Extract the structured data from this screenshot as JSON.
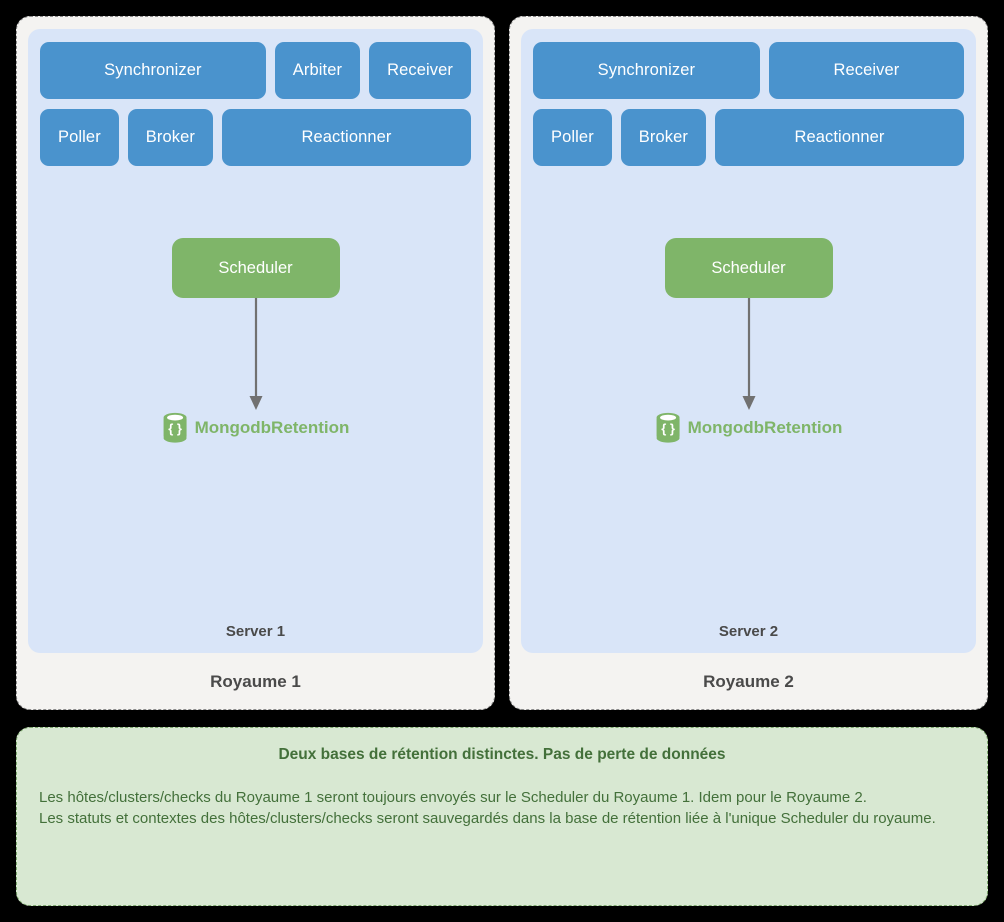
{
  "diagram": {
    "realms": [
      {
        "realm_label": "Royaume 1",
        "server_label": "Server 1",
        "daemon_rows": [
          [
            {
              "label": "Synchronizer",
              "grow": true
            },
            {
              "label": "Arbiter",
              "grow": false
            },
            {
              "label": "Receiver",
              "grow": false
            }
          ],
          [
            {
              "label": "Poller",
              "grow": false
            },
            {
              "label": "Broker",
              "grow": false
            },
            {
              "label": "Reactionner",
              "grow": true
            }
          ]
        ],
        "scheduler_label": "Scheduler",
        "database_label": "MongodbRetention",
        "database_icon": "database-cylinder-icon",
        "arrow_icon": "down-arrow-icon"
      },
      {
        "realm_label": "Royaume 2",
        "server_label": "Server 2",
        "daemon_rows": [
          [
            {
              "label": "Synchronizer",
              "grow": true
            },
            {
              "label": "Receiver",
              "grow": true
            }
          ],
          [
            {
              "label": "Poller",
              "grow": false
            },
            {
              "label": "Broker",
              "grow": false
            },
            {
              "label": "Reactionner",
              "grow": true
            }
          ]
        ],
        "scheduler_label": "Scheduler",
        "database_label": "MongodbRetention",
        "database_icon": "database-cylinder-icon",
        "arrow_icon": "down-arrow-icon"
      }
    ]
  },
  "note": {
    "title": "Deux bases de rétention distinctes. Pas de perte de données",
    "paragraphs": [
      "Les hôtes/clusters/checks du Royaume 1 seront toujours envoyés sur le Scheduler du Royaume 1. Idem pour le Royaume 2.",
      "Les statuts et contextes des hôtes/clusters/checks seront sauvegardés dans la base de rétention liée à l'unique Scheduler du royaume."
    ]
  },
  "colors": {
    "background": "#000000",
    "card": "#f4f3f1",
    "server_panel": "#d9e5f8",
    "daemon_blue": "#4a93cd",
    "scheduler_green": "#7fb569",
    "note_green_bg": "#d8e8d2",
    "note_green_text": "#43703a",
    "label_gray": "#4a4a4a",
    "arrow_gray": "#717171"
  }
}
